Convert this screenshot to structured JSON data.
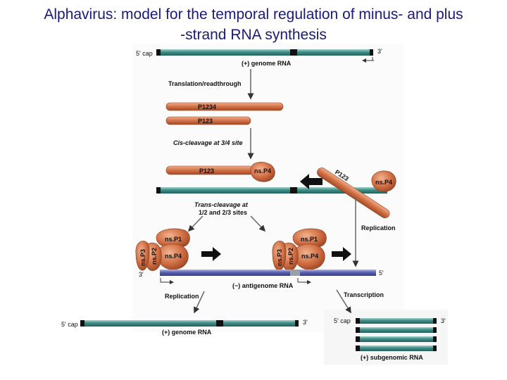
{
  "slide": {
    "title_line1": "Alphavirus: model for the temporal regulation of minus- and plus",
    "title_line2": "-strand RNA synthesis"
  },
  "diagram": {
    "top_genome": {
      "five_prime": "5' cap",
      "three_prime": "3'",
      "label": "(+) genome RNA"
    },
    "step_translation": "Translation/readthrough",
    "protein_p1234": "P1234",
    "protein_p123": "P123",
    "step_cis": "Cis-cleavage at 3/4 site",
    "complex_p123": "P123",
    "complex_nsp4": "ns.P4",
    "diag_p123": "P123",
    "diag_nsp4": "ns.P4",
    "step_trans_line1": "Trans-cleavage at",
    "step_trans_line2": "1/2 and 2/3 sites",
    "step_replication_right": "Replication",
    "left_complex": {
      "nsp1": "ns.P1",
      "nsp2": "ns.P2",
      "nsp3": "ns.P3",
      "nsp4": "ns.P4"
    },
    "right_complex": {
      "nsp1": "ns.P1",
      "nsp2": "ns.P2",
      "nsp3": "ns.P3",
      "nsp4": "ns.P4"
    },
    "antigenome": {
      "three_prime": "3'",
      "five_prime": "5'",
      "label": "(−) antigenome RNA"
    },
    "step_replication_bottom": "Replication",
    "step_transcription": "Transcription",
    "bottom_genome": {
      "five_prime": "5' cap",
      "three_prime": "3'",
      "label": "(+) genome RNA"
    },
    "subgenomic": {
      "five_prime": "5' cap",
      "three_prime": "3'",
      "label": "(+) subgenomic RNA"
    }
  },
  "colors": {
    "title": "#1a1a78",
    "plus_rna": "#3f8c86",
    "minus_rna": "#5a62b4",
    "protein": "#d27045",
    "protein_dark": "#9a4726"
  }
}
